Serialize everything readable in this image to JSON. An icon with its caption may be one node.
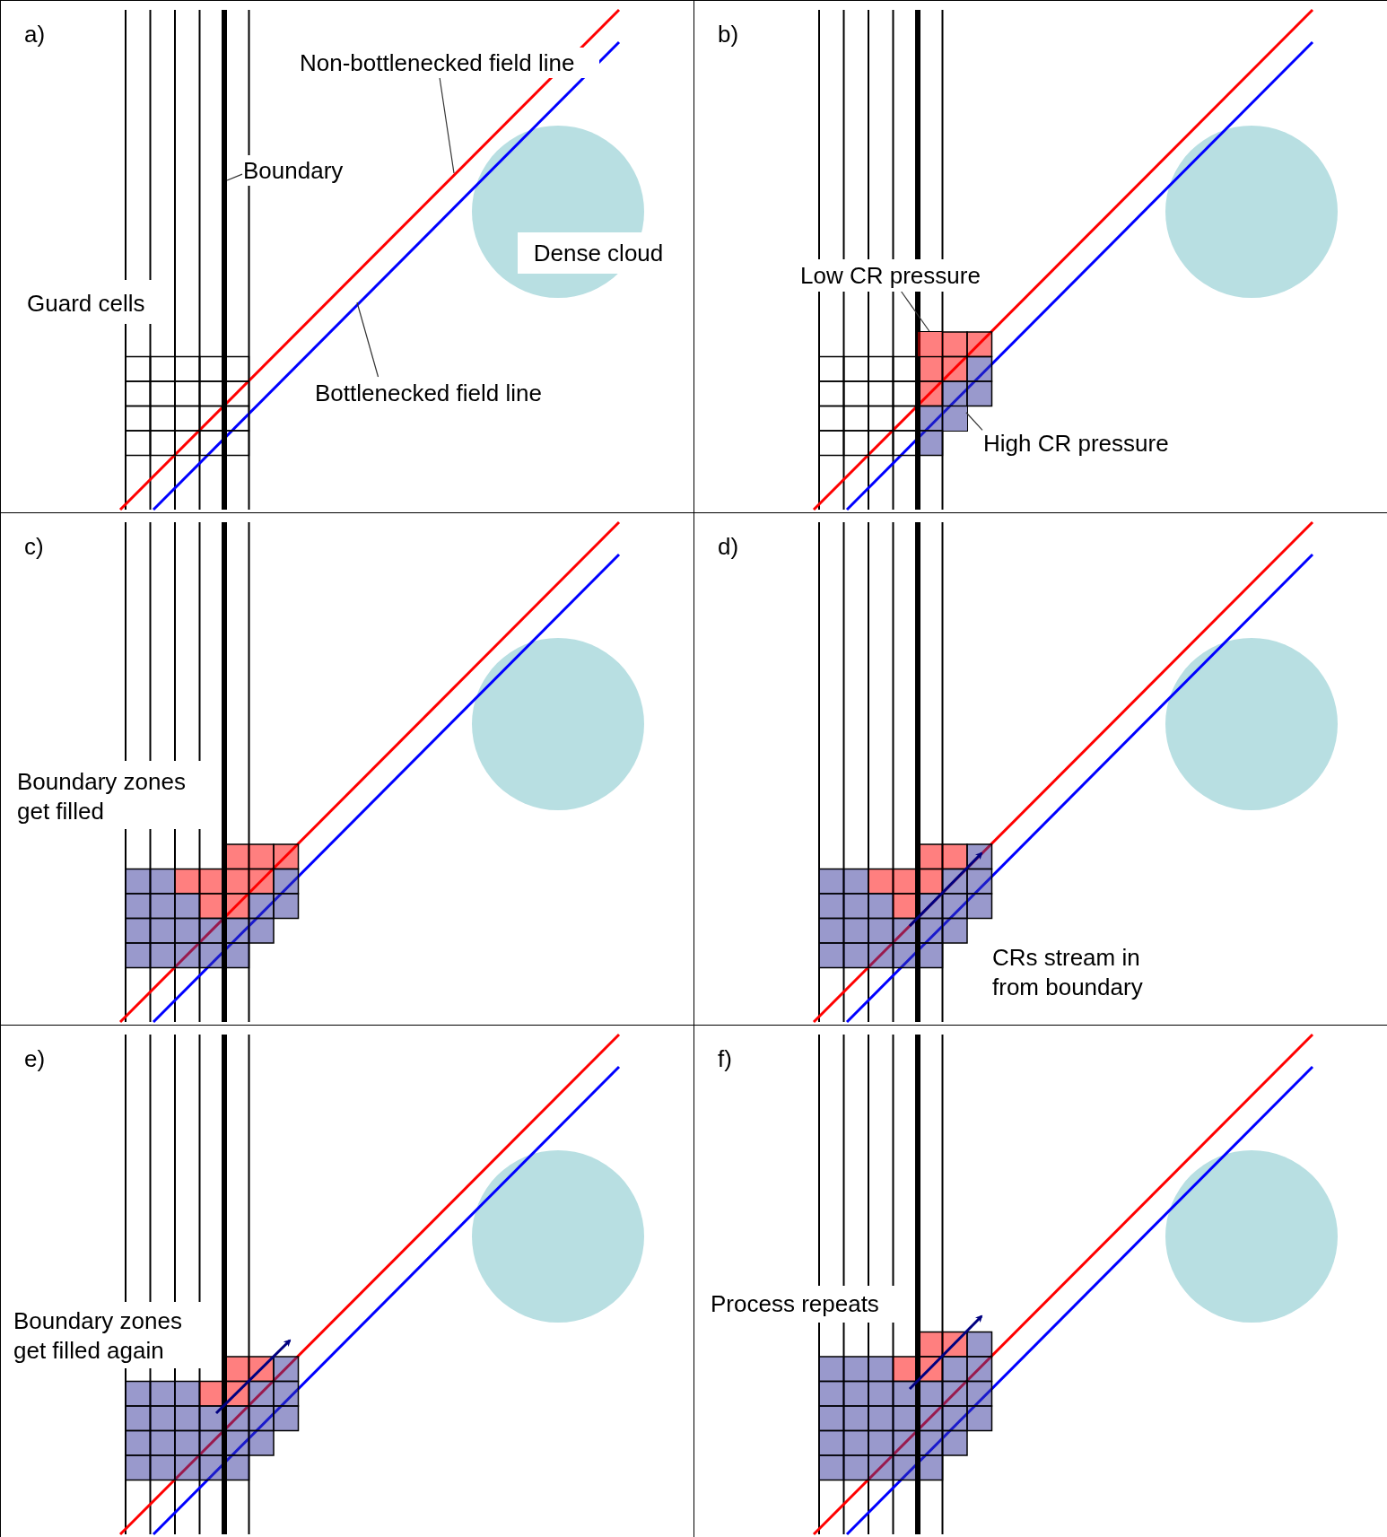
{
  "diagram": {
    "nodes": [
      {
        "text": [
          "Non-bottlenecked field line"
        ]
      },
      {
        "text": [
          "Boundary"
        ]
      },
      {
        "text": [
          "Bottlenecked field line"
        ]
      },
      {
        "text": [
          "Low CR pressure"
        ]
      },
      {
        "text": [
          "High CR pressure"
        ]
      },
      {
        "text": [],
        "shape": "box"
      },
      {
        "text": [],
        "shape": "box"
      },
      {
        "text": [],
        "shape": "circle"
      },
      {
        "text": [],
        "shape": "circle"
      },
      {
        "text": [],
        "shape": "circle"
      },
      {
        "text": [],
        "shape": "circle"
      },
      {
        "text": [],
        "shape": "circle"
      },
      {
        "text": [],
        "shape": "circle"
      }
    ],
    "edges": [
      {
        "from": 0,
        "to": null,
        "arrow": "none"
      },
      {
        "from": 1,
        "to": null,
        "arrow": "none"
      },
      {
        "from": 2,
        "to": null,
        "arrow": "none"
      },
      {
        "from": 3,
        "to": 5,
        "arrow": "none"
      },
      {
        "from": 4,
        "to": 6,
        "arrow": "none"
      }
    ],
    "labels": [
      "a)",
      "Guard cells",
      "Dense cloud",
      "b)",
      "c)",
      "Boundary zones get filled",
      "d)",
      "CRs stream in from boundary",
      "e)",
      "Boundary zones get filled again",
      "f)",
      "Process repeats"
    ]
  }
}
